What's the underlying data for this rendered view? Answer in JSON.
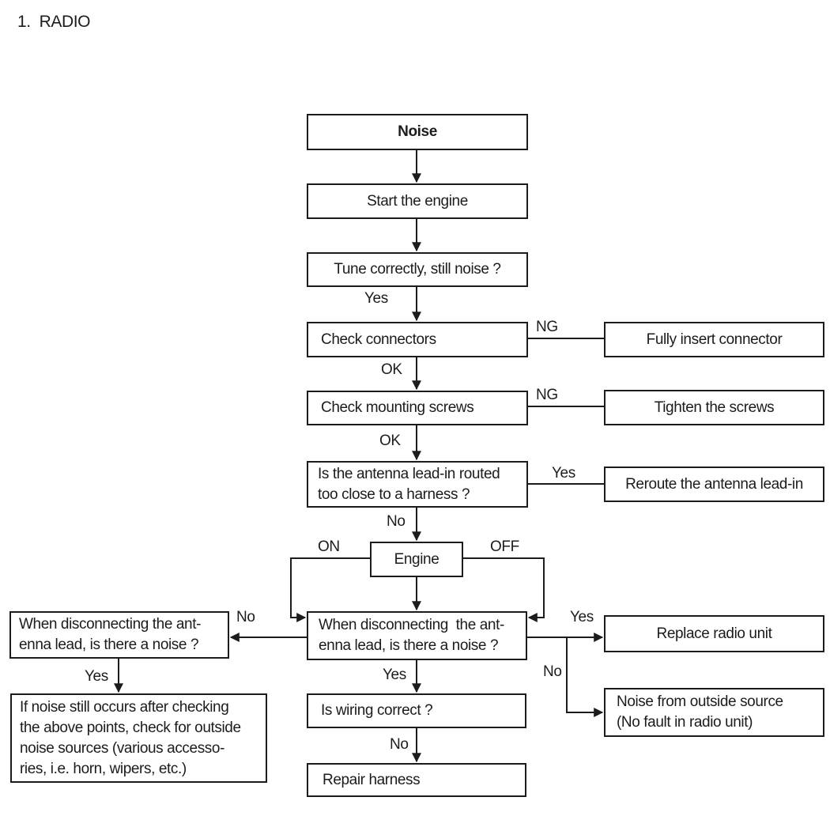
{
  "title": "1.  RADIO",
  "boxes": {
    "noise": {
      "text": "Noise"
    },
    "start_engine": {
      "text": "Start the engine"
    },
    "tune": {
      "text": "Tune correctly, still noise ?"
    },
    "check_connectors": {
      "text": "Check connectors"
    },
    "fully_insert": {
      "text": "Fully insert connector"
    },
    "check_screws": {
      "text": "Check mounting screws"
    },
    "tighten_screws": {
      "text": "Tighten the screws"
    },
    "antenna": {
      "l1": "Is the antenna lead-in routed",
      "l2": "too close to a harness ?"
    },
    "reroute": {
      "text": "Reroute the antenna lead-in"
    },
    "engine": {
      "text": "Engine"
    },
    "disc_center": {
      "l1": "When disconnecting  the ant-",
      "l2": "enna lead, is there a noise ?"
    },
    "disc_left": {
      "l1": "When disconnecting the ant-",
      "l2": "enna lead, is there a noise ?"
    },
    "replace_radio": {
      "text": "Replace radio unit"
    },
    "outside_source": {
      "l1": "Noise from outside source",
      "l2": "(No fault in radio unit)"
    },
    "wiring": {
      "text": "Is wiring correct ?"
    },
    "repair": {
      "text": "Repair harness"
    },
    "outside_check": {
      "l1": "If noise still occurs after checking",
      "l2": "the above points, check for outside",
      "l3": "noise sources (various accesso-",
      "l4": "ries, i.e. horn, wipers, etc.)"
    }
  },
  "labels": {
    "yes_tune": "Yes",
    "ng_connectors": "NG",
    "ok_connectors": "OK",
    "ng_screws": "NG",
    "ok_screws": "OK",
    "yes_antenna": "Yes",
    "no_antenna": "No",
    "engine_on": "ON",
    "engine_off": "OFF",
    "no_disc_left": "No",
    "yes_disc_right": "Yes",
    "no_branch": "No",
    "yes_disc_down": "Yes",
    "yes_left_down": "Yes",
    "no_wiring": "No"
  },
  "colors": {
    "ink": "#1c1c1c",
    "background": "#ffffff"
  }
}
